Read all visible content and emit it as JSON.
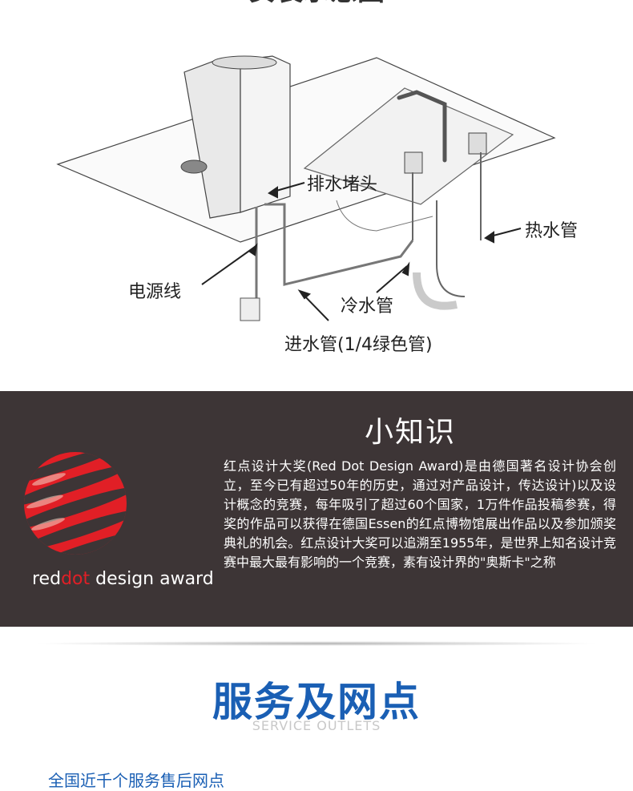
{
  "diagram": {
    "top_title": "安装示意图",
    "labels": {
      "drain_plug": "排水堵头",
      "hot_pipe": "热水管",
      "power_cord": "电源线",
      "cold_pipe": "冷水管",
      "inlet_pipe": "进水管(1/4绿色管)"
    }
  },
  "trivia": {
    "title": "小知识",
    "body": "红点设计大奖(Red Dot Design Award)是由德国著名设计协会创立，至今已有超过50年的历史，通过对产品设计，传达设计)以及设计概念的竞赛，每年吸引了超过60个国家，1万件作品投稿参赛，得奖的作品可以获得在德国Essen的红点博物馆展出作品以及参加颁奖典礼的机会。红点设计大奖可以追溯至1955年，是世界上知名设计竞赛中最大最有影响的一个竞赛，素有设计界的\"奥斯卡\"之称",
    "logo": {
      "part1": "red",
      "part2": "dot",
      "part3": " design award"
    }
  },
  "service": {
    "title": "服务及网点",
    "subtitle": "SERVICE OUTLETS",
    "line": "全国近千个服务售后网点"
  },
  "colors": {
    "dark_bg": "#3d3536",
    "brand_red": "#e11f26",
    "service_blue": "#1a5fb4"
  }
}
